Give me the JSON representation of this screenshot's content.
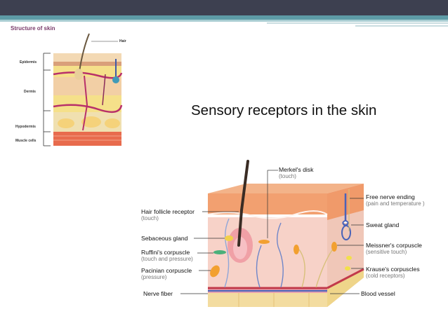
{
  "slide": {
    "title": "Sensory receptors in the skin"
  },
  "structure": {
    "title": "Structure of skin",
    "labels": {
      "hair": "Hair",
      "epidermis": "Epidermis",
      "dermis": "Dermis",
      "hypodermis": "Hypodermis",
      "muscle": "Muscle cells"
    }
  },
  "receptors": {
    "merkel": {
      "name": "Merkel's disk",
      "function": "(touch)"
    },
    "follicle": {
      "name": "Hair follicle receptor",
      "function": "(touch)"
    },
    "sebaceous": {
      "name": "Sebaceous gland"
    },
    "ruffini": {
      "name": "Ruffini's corpuscle",
      "function": "(touch and pressure)"
    },
    "pacinian": {
      "name": "Pacinian corpuscle",
      "function": "(pressure)"
    },
    "nerve_fiber": {
      "name": "Nerve fiber"
    },
    "free_nerve": {
      "name": "Free nerve ending",
      "function": "(pain and temperature )"
    },
    "sweat": {
      "name": "Sweat gland"
    },
    "meissner": {
      "name": "Meissner's corpuscle",
      "function": "(sensitive touch)"
    },
    "krause": {
      "name": "Krause's  corpuscles",
      "function": "(cold receptors)"
    },
    "blood_vessel": {
      "name": "Blood vessel"
    }
  },
  "colors": {
    "header_bar": "#3d4050",
    "accent": "#5d9ba6",
    "struct_title": "#7a3a6a",
    "skin_top": "#f1a87a",
    "dermis": "#f7d2c8",
    "fat": "#f3dca0",
    "nerve_blue": "#6f86c9"
  }
}
